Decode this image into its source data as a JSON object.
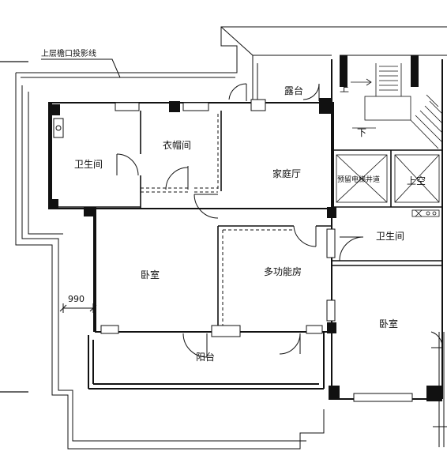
{
  "plan": {
    "eave_note": "上层檐口投影线",
    "rooms": {
      "bathroom_left": "卫生间",
      "wardrobe": "衣帽间",
      "terrace": "露台",
      "family_hall": "家庭厅",
      "elevator_shaft": "预留电梯井道",
      "void": "上空",
      "bathroom_right": "卫生间",
      "bedroom_left": "卧室",
      "multi_room": "多功能房",
      "bedroom_right": "卧室",
      "balcony": "阳台"
    },
    "stair": {
      "up": "上",
      "down": "下"
    },
    "dimension": "990"
  }
}
